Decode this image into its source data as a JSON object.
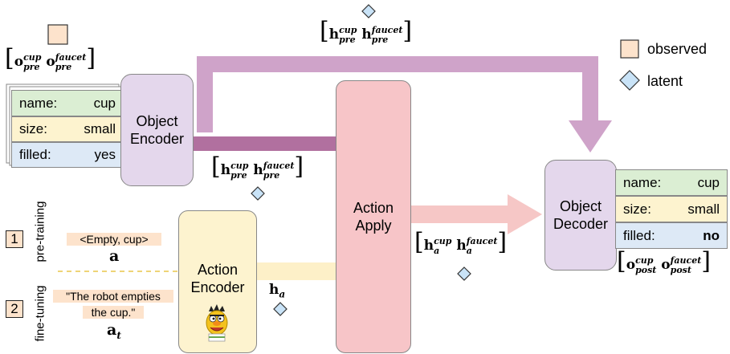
{
  "legend": {
    "observed": "observed",
    "latent": "latent"
  },
  "input_table": {
    "rows": [
      {
        "key": "name:",
        "value": "cup"
      },
      {
        "key": "size:",
        "value": "small"
      },
      {
        "key": "filled:",
        "value": "yes"
      }
    ]
  },
  "output_table": {
    "rows": [
      {
        "key": "name:",
        "value": "cup"
      },
      {
        "key": "size:",
        "value": "small"
      },
      {
        "key": "filled:",
        "value": "no"
      }
    ]
  },
  "modules": {
    "object_encoder": [
      "Object",
      "Encoder"
    ],
    "action_apply": [
      "Action",
      "Apply"
    ],
    "object_decoder": [
      "Object",
      "Decoder"
    ],
    "action_encoder": [
      "Action",
      "Encoder"
    ]
  },
  "math": {
    "o": "o",
    "h": "h",
    "a": "a",
    "cup": "cup",
    "faucet": "faucet",
    "pre": "pre",
    "post": "post",
    "sub_a": "a",
    "sub_t": "t"
  },
  "stages": {
    "pretraining": {
      "number": "1",
      "label": "pre-training",
      "example": "<Empty, cup>"
    },
    "finetuning": {
      "number": "2",
      "label": "fine-tuning",
      "example_line1": "\"The robot empties",
      "example_line2": "the cup.\""
    }
  },
  "colors": {
    "observed": "#fde3cc",
    "latent": "#c9e3f7",
    "encoder": "#e4d7ec",
    "apply": "#f7c5c8",
    "action_encoder": "#fdf3cf",
    "name_row": "#dbeed3",
    "size_row": "#fdf3cf",
    "filled_row": "#dde9f6"
  }
}
